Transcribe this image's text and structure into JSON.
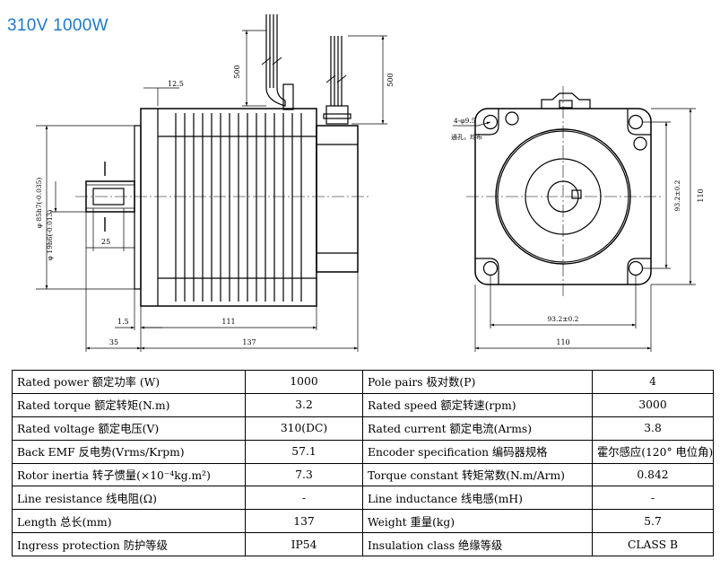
{
  "title": "310V   1000W",
  "side_view": {
    "cable_length_1": "500",
    "cable_length_2": "500",
    "flange_thickness": "12.5",
    "pilot_dia": "φ 85h7(-0.035)",
    "shaft_dia": "φ 19h6(-0.013)",
    "key_length": "25",
    "pilot_depth": "1.5",
    "body_length": "111",
    "shaft_length": "35",
    "total_length": "137"
  },
  "front_view": {
    "hole_callout": "4-φ9.5",
    "hole_note": "通孔，均布",
    "bolt_pitch_v": "93.2±0.2",
    "flange_size_v": "110",
    "bolt_pitch_h": "93.2±0.2",
    "flange_size_h": "110"
  },
  "specs": [
    {
      "label": "Rated power 额定功率 (W)",
      "value": "1000",
      "label2": "Pole pairs 极对数(P)",
      "value2": "4"
    },
    {
      "label": "Rated torque 额定转矩(N.m)",
      "value": "3.2",
      "label2": "Rated speed 额定转速(rpm)",
      "value2": "3000"
    },
    {
      "label": "Rated voltage 额定电压(V)",
      "value": "310(DC)",
      "label2": "Rated current 额定电流(Arms)",
      "value2": "3.8"
    },
    {
      "label": "Back EMF 反电势(Vrms/Krpm)",
      "value": "57.1",
      "label2": "Encoder specification 编码器规格",
      "value2": "霍尔感应(120° 电位角)"
    },
    {
      "label": "Rotor inertia 转子惯量(×10⁻⁴kg.m²)",
      "value": "7.3",
      "label2": "Torque constant 转矩常数(N.m/Arm)",
      "value2": "0.842"
    },
    {
      "label": "Line resistance 线电阻(Ω)",
      "value": "-",
      "label2": "Line inductance 线电感(mH)",
      "value2": "-"
    },
    {
      "label": "Length 总长(mm)",
      "value": "137",
      "label2": "Weight 重量(kg)",
      "value2": "5.7"
    },
    {
      "label": "Ingress protection 防护等级",
      "value": "IP54",
      "label2": "Insulation class 绝缘等级",
      "value2": "CLASS B"
    }
  ]
}
